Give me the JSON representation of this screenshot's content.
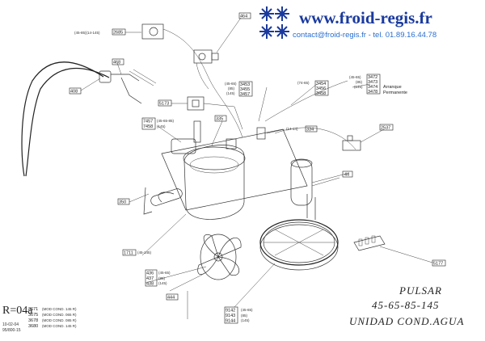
{
  "header": {
    "website": "www.froid-regis.fr",
    "contact": "contact@froid-regis.fr - tel. 01.89.16.44.78"
  },
  "title": {
    "line1": "PULSAR",
    "line2": "45-65-85-145",
    "line3": "UNIDAD COND.AGUA"
  },
  "reference": {
    "code": "R=04a",
    "date1": "10-02-04",
    "date2": "95/800-15"
  },
  "part_labels": {
    "p464": "464",
    "p2685": "2685",
    "p2685_note": "(45-85)(14-145)",
    "p468": "468",
    "p408": "408",
    "p5173": "5173",
    "p3453": "3453",
    "p3455": "3455",
    "p3457": "3457",
    "p3453_note": "(45-65)",
    "p3455_note": "(85)",
    "p3457_note": "(145)",
    "p3454": "3454",
    "p3456": "3456",
    "p3458": "3458",
    "p3454_note": "(74-65)",
    "p3472": "3472",
    "p3473": "3473",
    "p3474": "3474",
    "p3478": "3478",
    "p3472_note": "(45-65)",
    "p3473_note": "(85)",
    "p3474_note": "(145)",
    "arranque": "Arranque",
    "permanente": "Permanente",
    "p7457": "7457",
    "p7458": "7458",
    "p7457_note": "(45-65-85)",
    "p7458_note": "(145)",
    "p335": "335",
    "p334": "334",
    "p334_note": "(14-14)",
    "p2537": "2537",
    "p44": "44",
    "p350": "350",
    "p1711": "1711",
    "p1711_note": "(45-145)",
    "p436": "436",
    "p437": "437",
    "p438": "438",
    "p436_note": "(45-65)",
    "p437_note": "(85)",
    "p438_note": "(145)",
    "p444": "444",
    "p3671": "3671",
    "p3675": "3675",
    "p3678": "3678",
    "p3680": "3680",
    "p3671_note": "(MOD COND. 145 R)",
    "p3675_note": "(MOD COND. 065 R)",
    "p3678_note": "(MOD COND. 085 R)",
    "p3680_note": "(MOD COND. 145 R)",
    "p9142": "9142",
    "p9143": "9143",
    "p9144": "9144",
    "p9142_note": "(45-65)",
    "p9143_note": "(85)",
    "p9144_note": "(145)",
    "p5177": "5177"
  },
  "logo": {
    "icon": "snowflake-icon",
    "color": "#1a3a9e"
  }
}
